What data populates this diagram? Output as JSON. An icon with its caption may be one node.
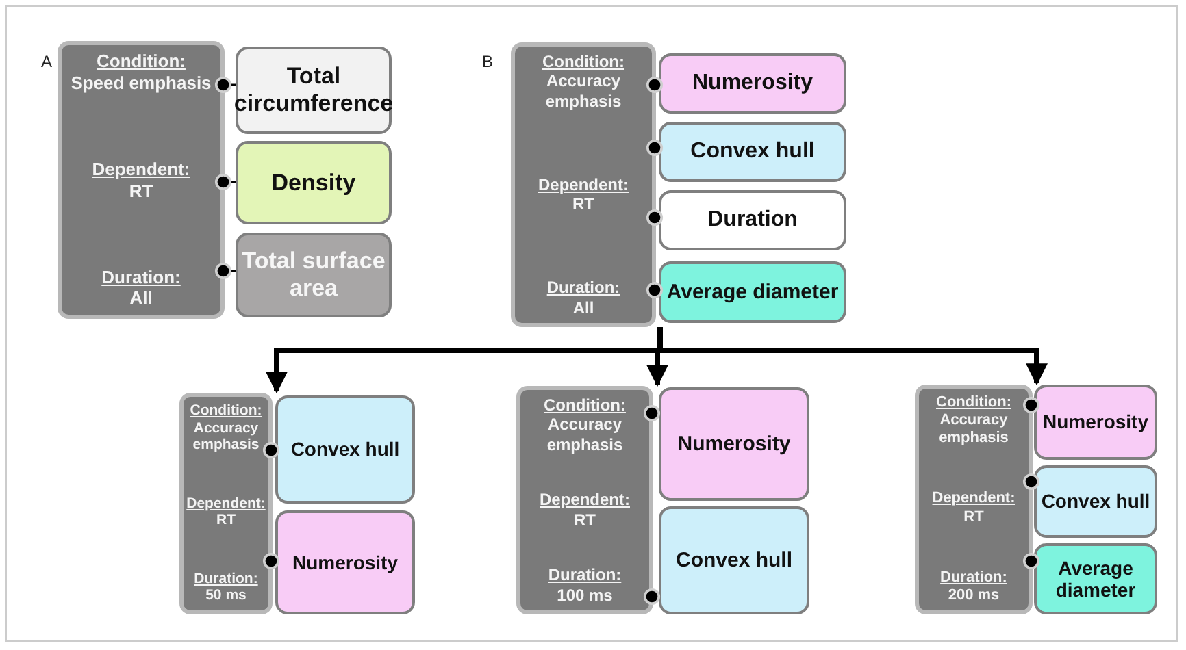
{
  "diagram": {
    "nodes": [
      {
        "text": [
          "Condition:",
          "Speed emphasis",
          "Dependent:",
          "RT",
          "Duration:",
          "All"
        ]
      },
      {
        "text": [
          "Total circumference"
        ]
      },
      {
        "text": [
          "Density"
        ]
      },
      {
        "text": [
          "Total surface area"
        ]
      },
      {
        "text": [
          "Condition:",
          "Accuracy emphasis",
          "Dependent:",
          "RT",
          "Duration:",
          "All"
        ]
      },
      {
        "text": [
          "Numerosity"
        ]
      },
      {
        "text": [
          "Convex hull"
        ]
      },
      {
        "text": [
          "Duration"
        ]
      },
      {
        "text": [
          "Average diameter"
        ]
      },
      {
        "text": [
          "Condition:",
          "Accuracy emphasis",
          "Dependent:",
          "RT",
          "Duration:",
          "50 ms"
        ]
      },
      {
        "text": [
          "Convex hull"
        ]
      },
      {
        "text": [
          "Numerosity"
        ]
      },
      {
        "text": [
          "Condition:",
          "Accuracy emphasis",
          "Dependent:",
          "RT",
          "Duration:",
          "100 ms"
        ]
      },
      {
        "text": [
          "Numerosity"
        ]
      },
      {
        "text": [
          "Convex hull"
        ]
      },
      {
        "text": [
          "Condition:",
          "Accuracy emphasis",
          "Dependent:",
          "RT",
          "Duration:",
          "200 ms"
        ]
      },
      {
        "text": [
          "Numerosity"
        ]
      },
      {
        "text": [
          "Convex hull"
        ]
      },
      {
        "text": [
          "Average diameter"
        ]
      }
    ],
    "edges": [
      {
        "from": 0,
        "to": 1,
        "arrow": "other"
      },
      {
        "from": 0,
        "to": 2,
        "arrow": "other"
      },
      {
        "from": 0,
        "to": 3,
        "arrow": "other"
      },
      {
        "from": 4,
        "to": 5,
        "arrow": "other"
      },
      {
        "from": 4,
        "to": 6,
        "arrow": "other"
      },
      {
        "from": 4,
        "to": 7,
        "arrow": "other"
      },
      {
        "from": 4,
        "to": 8,
        "arrow": "other"
      },
      {
        "from": 9,
        "to": 10,
        "arrow": "other"
      },
      {
        "from": 9,
        "to": 11,
        "arrow": "other"
      },
      {
        "from": 12,
        "to": 13,
        "arrow": "other"
      },
      {
        "from": 12,
        "to": 14,
        "arrow": "other"
      },
      {
        "from": 15,
        "to": 16,
        "arrow": "other"
      },
      {
        "from": 15,
        "to": 17,
        "arrow": "other"
      },
      {
        "from": 15,
        "to": 18,
        "arrow": "other"
      },
      {
        "from": 4,
        "to": 9,
        "arrow": "to",
        "style": "thick"
      },
      {
        "from": 4,
        "to": 12,
        "arrow": "to",
        "style": "thick"
      },
      {
        "from": 4,
        "to": 15,
        "arrow": "to",
        "style": "thick"
      }
    ],
    "labels": [
      "A",
      "B"
    ]
  }
}
